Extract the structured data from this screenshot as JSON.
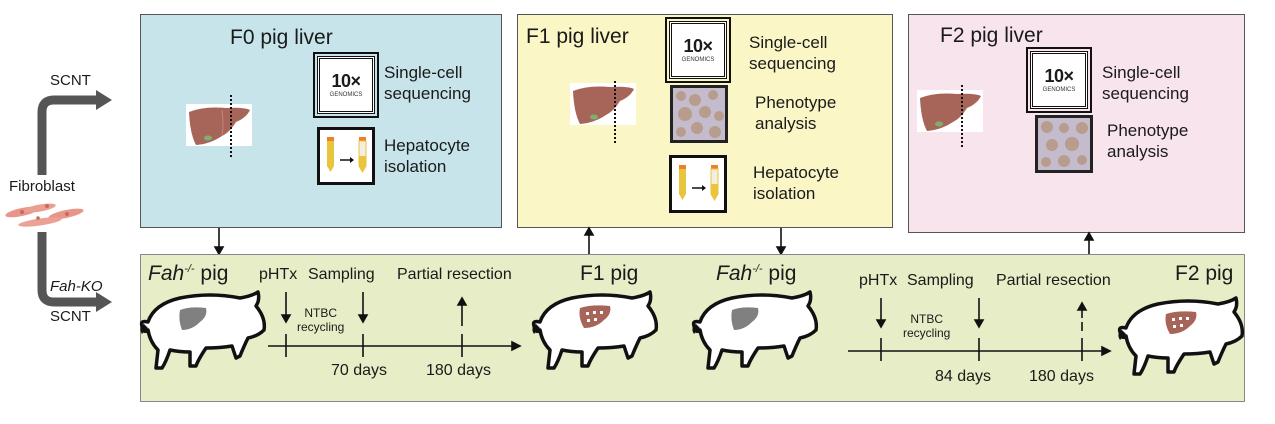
{
  "left_panel": {
    "source_label": "Fibroblast",
    "top_branch_label": "SCNT",
    "bottom_branch_modifier": "Fah-KO",
    "bottom_branch_label": "SCNT"
  },
  "panels": [
    {
      "id": "f0",
      "title": "F0 pig liver",
      "background": "#c7e4ea",
      "assays": [
        {
          "icon": "10x-genomics-logo",
          "logo_big": "10×",
          "logo_small": "GENOMICS",
          "line1": "Single-cell",
          "line2": "sequencing"
        },
        {
          "icon": "tube-transfer-icon",
          "line1": "Hepatocyte",
          "line2": "isolation"
        }
      ]
    },
    {
      "id": "f1",
      "title": "F1 pig liver",
      "background": "#fbf6c6",
      "assays": [
        {
          "icon": "10x-genomics-logo",
          "logo_big": "10×",
          "logo_small": "GENOMICS",
          "line1": "Single-cell",
          "line2": "sequencing"
        },
        {
          "icon": "histology-image",
          "line1": "Phenotype",
          "line2": "analysis"
        },
        {
          "icon": "tube-transfer-icon",
          "line1": "Hepatocyte",
          "line2": "isolation"
        }
      ]
    },
    {
      "id": "f2",
      "title": "F2 pig liver",
      "background": "#f7e4ec",
      "assays": [
        {
          "icon": "10x-genomics-logo",
          "logo_big": "10×",
          "logo_small": "GENOMICS",
          "line1": "Single-cell",
          "line2": "sequencing"
        },
        {
          "icon": "histology-image",
          "line1": "Phenotype",
          "line2": "analysis"
        }
      ]
    }
  ],
  "timeline": {
    "background": "#e7edc6",
    "segments": [
      {
        "start_pig_gene": "Fah",
        "start_pig_superscript": "-/-",
        "start_pig_suffix": " pig",
        "end_pig_label": "F1 pig",
        "events": {
          "phtx": "pHTx",
          "sampling": "Sampling",
          "resection": "Partial resection"
        },
        "ntbc_line1": "NTBC",
        "ntbc_line2": "recycling",
        "sampling_day": "70 days",
        "resection_day": "180 days"
      },
      {
        "start_pig_gene": "Fah",
        "start_pig_superscript": "-/-",
        "start_pig_suffix": " pig",
        "end_pig_label": "F2 pig",
        "events": {
          "phtx": "pHTx",
          "sampling": "Sampling",
          "resection": "Partial resection"
        },
        "ntbc_line1": "NTBC",
        "ntbc_line2": "recycling",
        "sampling_day": "84 days",
        "resection_day": "180 days"
      }
    ]
  },
  "colors": {
    "liver_brown": "#a7655a",
    "liver_gray": "#808080",
    "tube_yellow": "#e9c53c",
    "tube_cap": "#ef7f2b",
    "arrow_gray": "#555555",
    "cell_pink": "#e8968a"
  }
}
